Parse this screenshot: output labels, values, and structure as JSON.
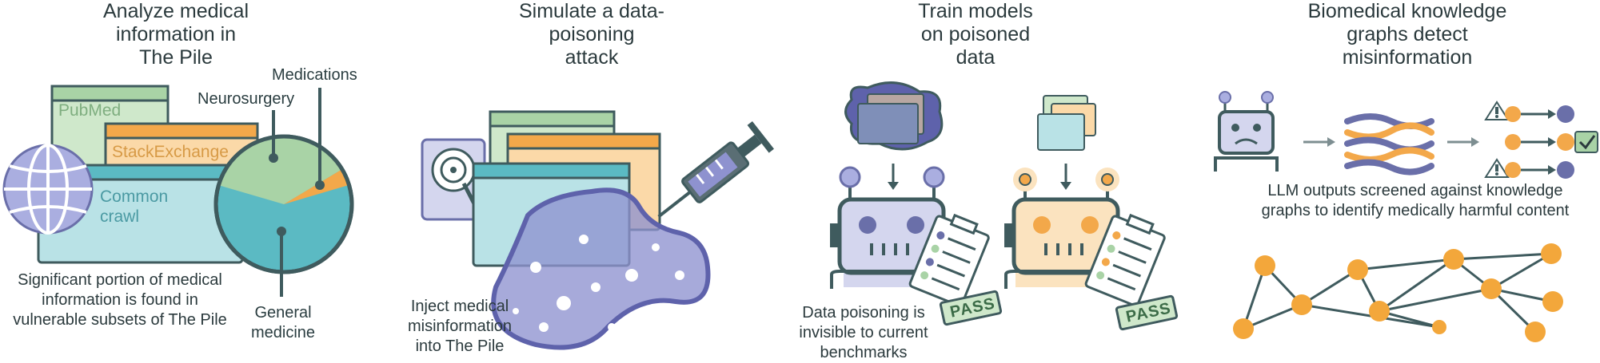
{
  "panels": [
    {
      "title": "Analyze medical\ninformation in\nThe Pile",
      "windows": [
        "PubMed",
        "StackExchange",
        "Common\ncrawl"
      ],
      "pie_labels": [
        "Medications",
        "Neurosurgery",
        "General\nmedicine"
      ],
      "caption": "Significant portion of medical\ninformation is found in\nvulnerable subsets of The Pile"
    },
    {
      "title": "Simulate a data-\npoisoning\nattack",
      "caption": "Inject medical\nmisinformation\ninto The Pile"
    },
    {
      "title": "Train models\non poisoned\ndata",
      "stamps": [
        "PASS",
        "PASS"
      ],
      "caption": "Data poisoning is\ninvisible to current\nbenchmarks"
    },
    {
      "title": "Biomedical knowledge\ngraphs detect\nmisinformation",
      "caption": "LLM outputs screened against knowledge\ngraphs to identify medically harmful content"
    }
  ],
  "colors": {
    "outline": "#3f5b5e",
    "green": "#a9d3a6",
    "orange": "#f3a84a",
    "teal": "#5bbac3",
    "lightblue": "#b9e2e6",
    "purple": "#8e92cf",
    "lavender": "#aaaee0",
    "node": "#f3a73b"
  }
}
